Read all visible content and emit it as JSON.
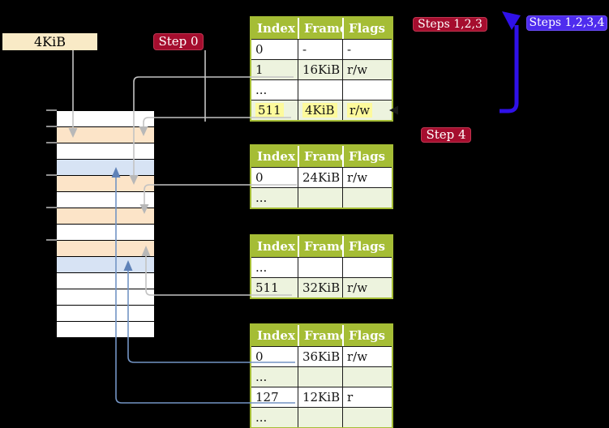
{
  "labels": {
    "frame_box": "4KiB",
    "step0": "Step 0",
    "steps123": "Steps 1,2,3",
    "steps1234": "Steps 1,2,3,4",
    "step4": "Step 4"
  },
  "tables": [
    {
      "name": "page-table-1",
      "headers": [
        "Index",
        "Frame",
        "Flags"
      ],
      "rows": [
        {
          "cells": [
            "0",
            "-",
            "-"
          ],
          "shaded": false,
          "highlighted": false
        },
        {
          "cells": [
            "1",
            "16KiB",
            "r/w"
          ],
          "shaded": true,
          "highlighted": false
        },
        {
          "cells": [
            "...",
            "",
            ""
          ],
          "shaded": false,
          "highlighted": false
        },
        {
          "cells": [
            "511",
            "4KiB",
            "r/w"
          ],
          "shaded": true,
          "highlighted": true
        }
      ]
    },
    {
      "name": "page-table-2",
      "headers": [
        "Index",
        "Frame",
        "Flags"
      ],
      "rows": [
        {
          "cells": [
            "0",
            "24KiB",
            "r/w"
          ],
          "shaded": false,
          "highlighted": false
        },
        {
          "cells": [
            "...",
            "",
            ""
          ],
          "shaded": true,
          "highlighted": false
        }
      ]
    },
    {
      "name": "page-table-3",
      "headers": [
        "Index",
        "Frame",
        "Flags"
      ],
      "rows": [
        {
          "cells": [
            "...",
            "",
            ""
          ],
          "shaded": false,
          "highlighted": false
        },
        {
          "cells": [
            "511",
            "32KiB",
            "r/w"
          ],
          "shaded": true,
          "highlighted": false
        }
      ]
    },
    {
      "name": "page-table-4",
      "headers": [
        "Index",
        "Frame",
        "Flags"
      ],
      "rows": [
        {
          "cells": [
            "0",
            "36KiB",
            "r/w"
          ],
          "shaded": false,
          "highlighted": false
        },
        {
          "cells": [
            "...",
            "",
            ""
          ],
          "shaded": true,
          "highlighted": false
        },
        {
          "cells": [
            "127",
            "12KiB",
            "r"
          ],
          "shaded": false,
          "highlighted": false
        },
        {
          "cells": [
            "...",
            "",
            ""
          ],
          "shaded": true,
          "highlighted": false
        }
      ]
    }
  ],
  "memory_column": {
    "row_colors": [
      "white",
      "peach",
      "white",
      "blue",
      "peach",
      "white",
      "peach",
      "white",
      "peach",
      "blue",
      "white",
      "white",
      "white",
      "white"
    ]
  },
  "connections": [
    {
      "from": "frame-4kib-label",
      "to": "memory-row-2",
      "style": "gray-arrow"
    },
    {
      "from": "table1-index-1",
      "to": "memory-row-5",
      "style": "gray-arrow"
    },
    {
      "from": "table1-index-511",
      "to": "memory-row-2",
      "style": "gray-arrow"
    },
    {
      "from": "step0-badge",
      "to": "table1-index-511-arrow",
      "style": "gray-line"
    },
    {
      "from": "table2-index-0",
      "to": "memory-row-7",
      "style": "gray-arrow"
    },
    {
      "from": "table3-index-511",
      "to": "memory-row-9",
      "style": "gray-arrow"
    },
    {
      "from": "table4-index-0",
      "to": "memory-row-10",
      "style": "blue-arrow"
    },
    {
      "from": "table4-index-127",
      "to": "memory-row-4",
      "style": "blue-arrow"
    },
    {
      "from": "big-blue-arrow-start",
      "to": "table1-row-511",
      "style": "black-arrow"
    },
    {
      "from": "table1-row-511-level",
      "to": "top",
      "style": "big-blue-arrow"
    }
  ],
  "colors": {
    "background": "#000000",
    "table_header_green": "#a5bd35",
    "table_row_green": "#edf3de",
    "highlight_yellow": "#fdfa9c",
    "memory_peach": "#fce4c8",
    "memory_light_blue": "#d7e3f4",
    "frame_box_cream": "#f9eac6",
    "badge_crimson": "#a50d2e",
    "badge_violet_blue": "#4e2cee",
    "big_arrow_blue": "#2f11e8",
    "wire_gray": "#c3c3c3",
    "wire_steel_blue": "#7394c4"
  }
}
